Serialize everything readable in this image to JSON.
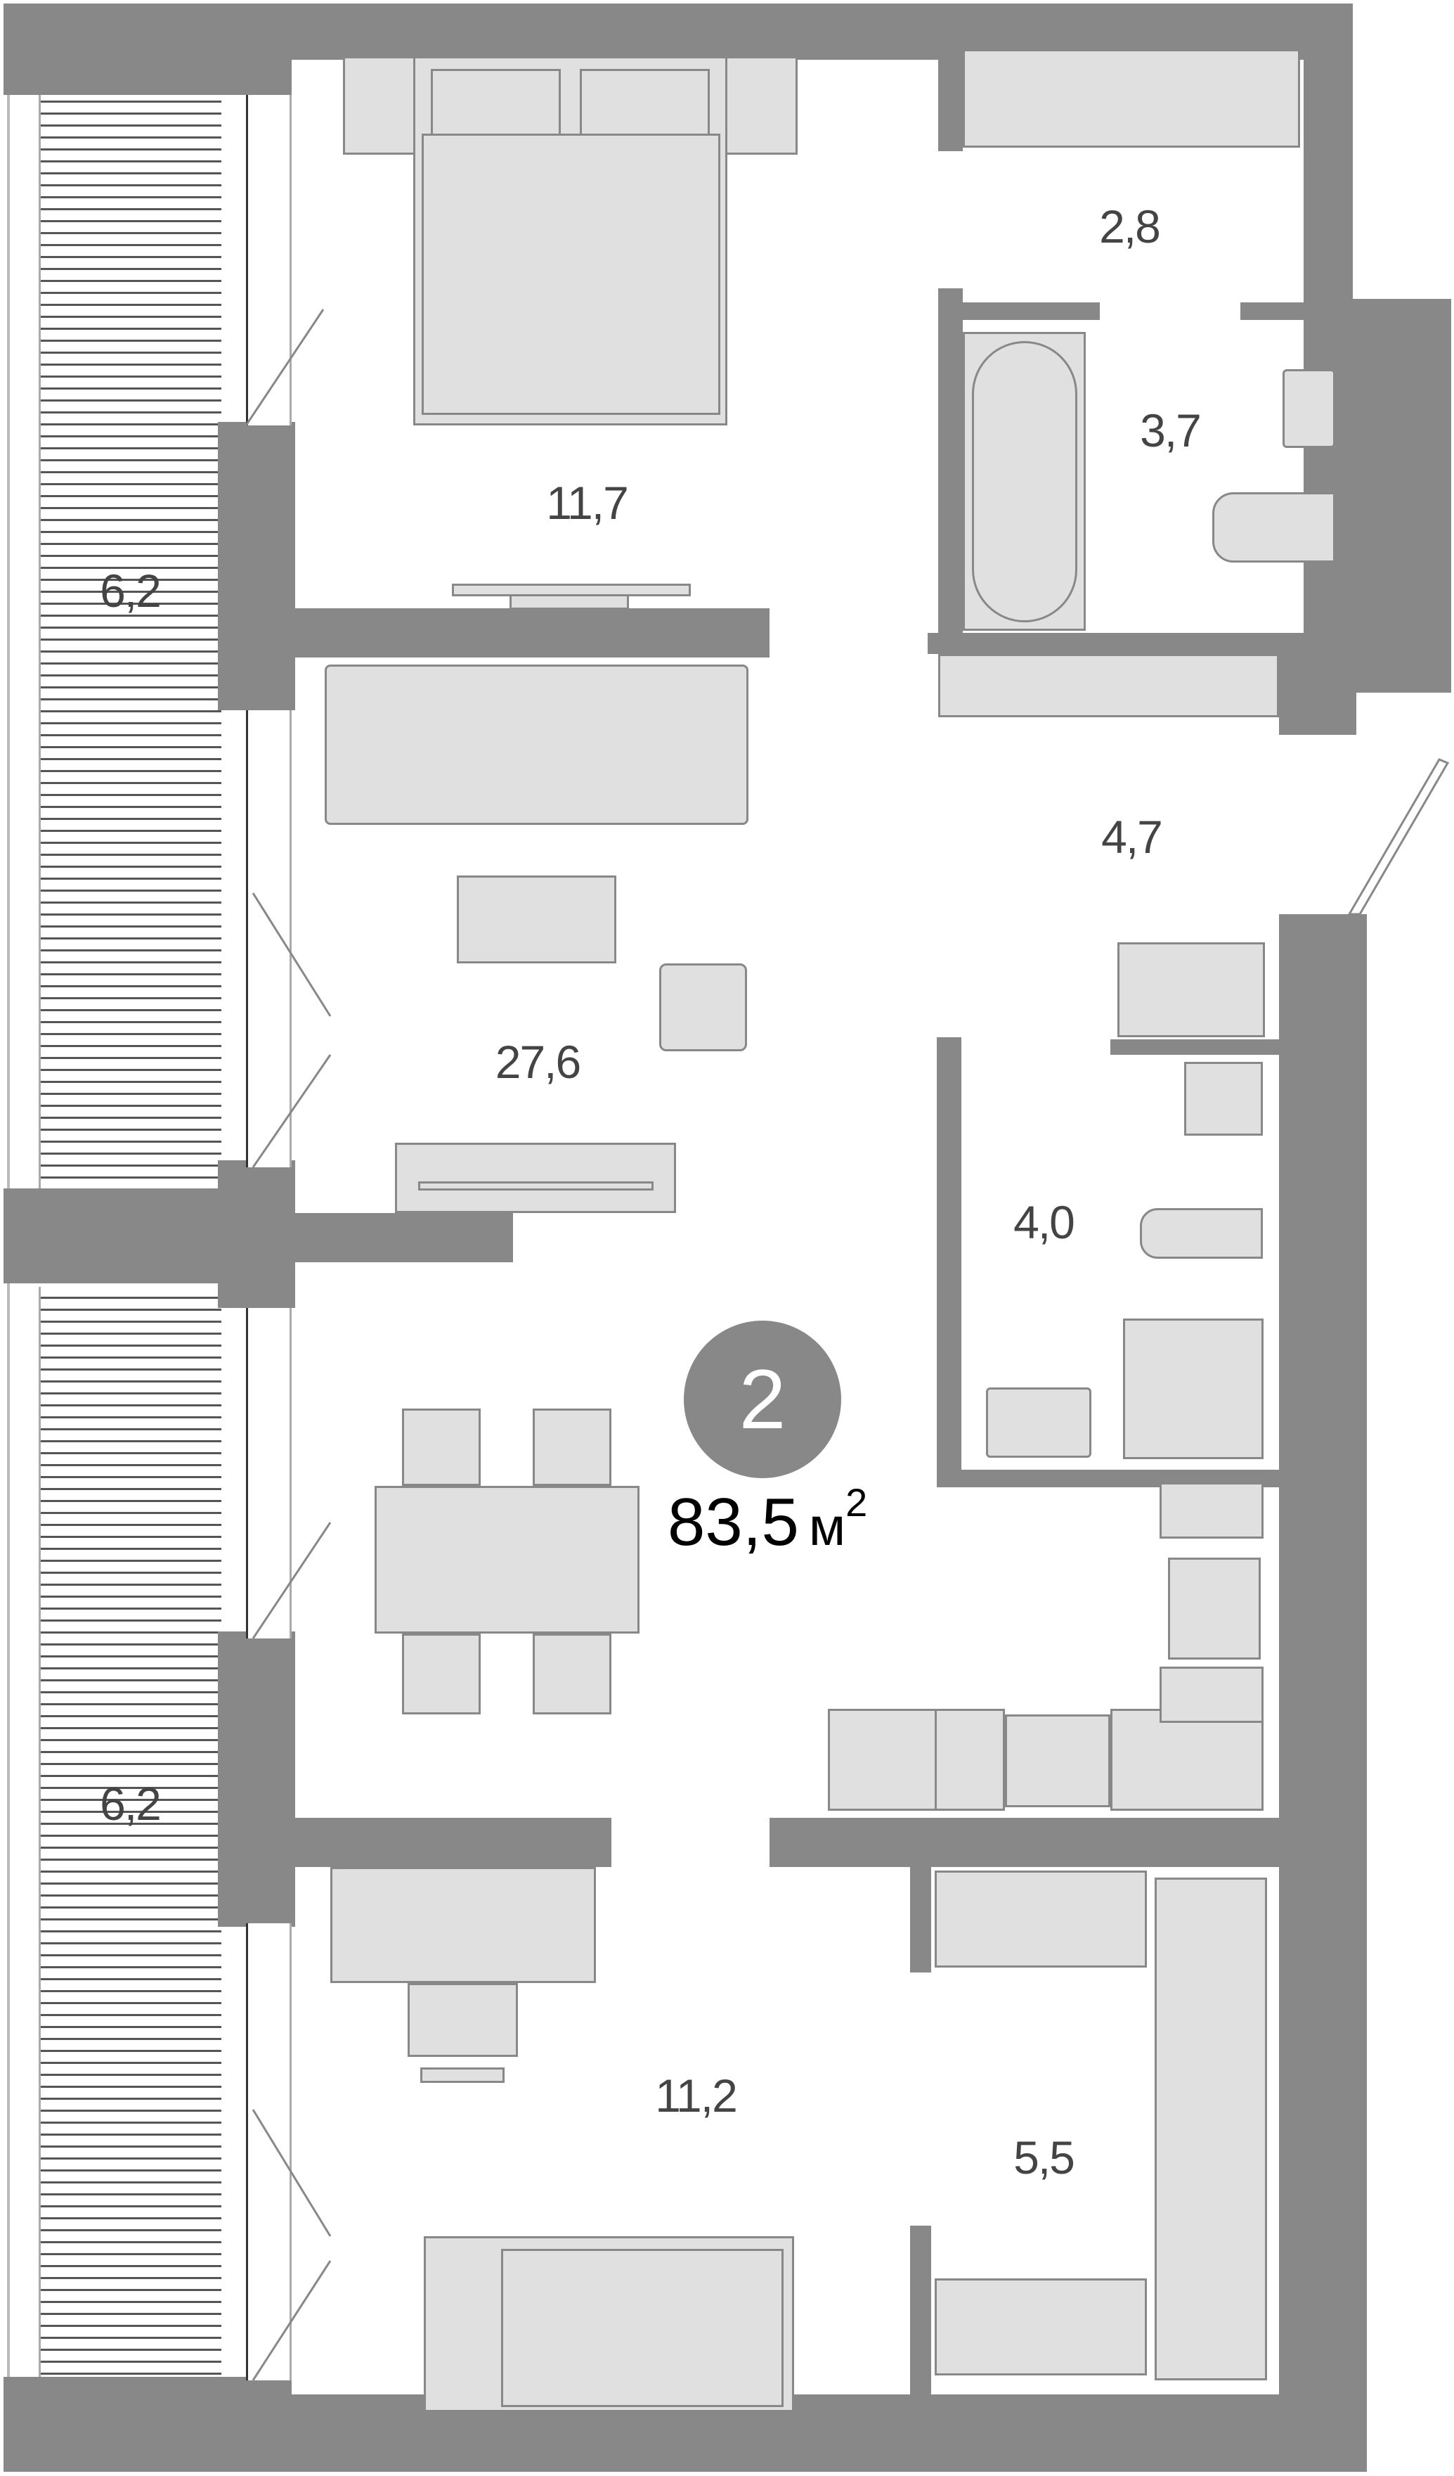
{
  "plan": {
    "apartment_rooms_badge": "2",
    "total_area_value": "83,5",
    "total_area_unit": "м",
    "total_area_exp": "2",
    "colors": {
      "wall": "#888888",
      "furniture_fill": "#e0e0e0",
      "label": "#444444",
      "background": "#ffffff"
    }
  },
  "rooms": [
    {
      "id": "balcony-top",
      "label": "6,2"
    },
    {
      "id": "bedroom-main",
      "label": "11,7"
    },
    {
      "id": "wardrobe-top",
      "label": "2,8"
    },
    {
      "id": "bathroom",
      "label": "3,7"
    },
    {
      "id": "hallway",
      "label": "4,7"
    },
    {
      "id": "living-kitchen",
      "label": "27,6"
    },
    {
      "id": "shower-room",
      "label": "4,0"
    },
    {
      "id": "balcony-bottom",
      "label": "6,2"
    },
    {
      "id": "bedroom-second",
      "label": "11,2"
    },
    {
      "id": "wardrobe-bottom",
      "label": "5,5"
    }
  ]
}
